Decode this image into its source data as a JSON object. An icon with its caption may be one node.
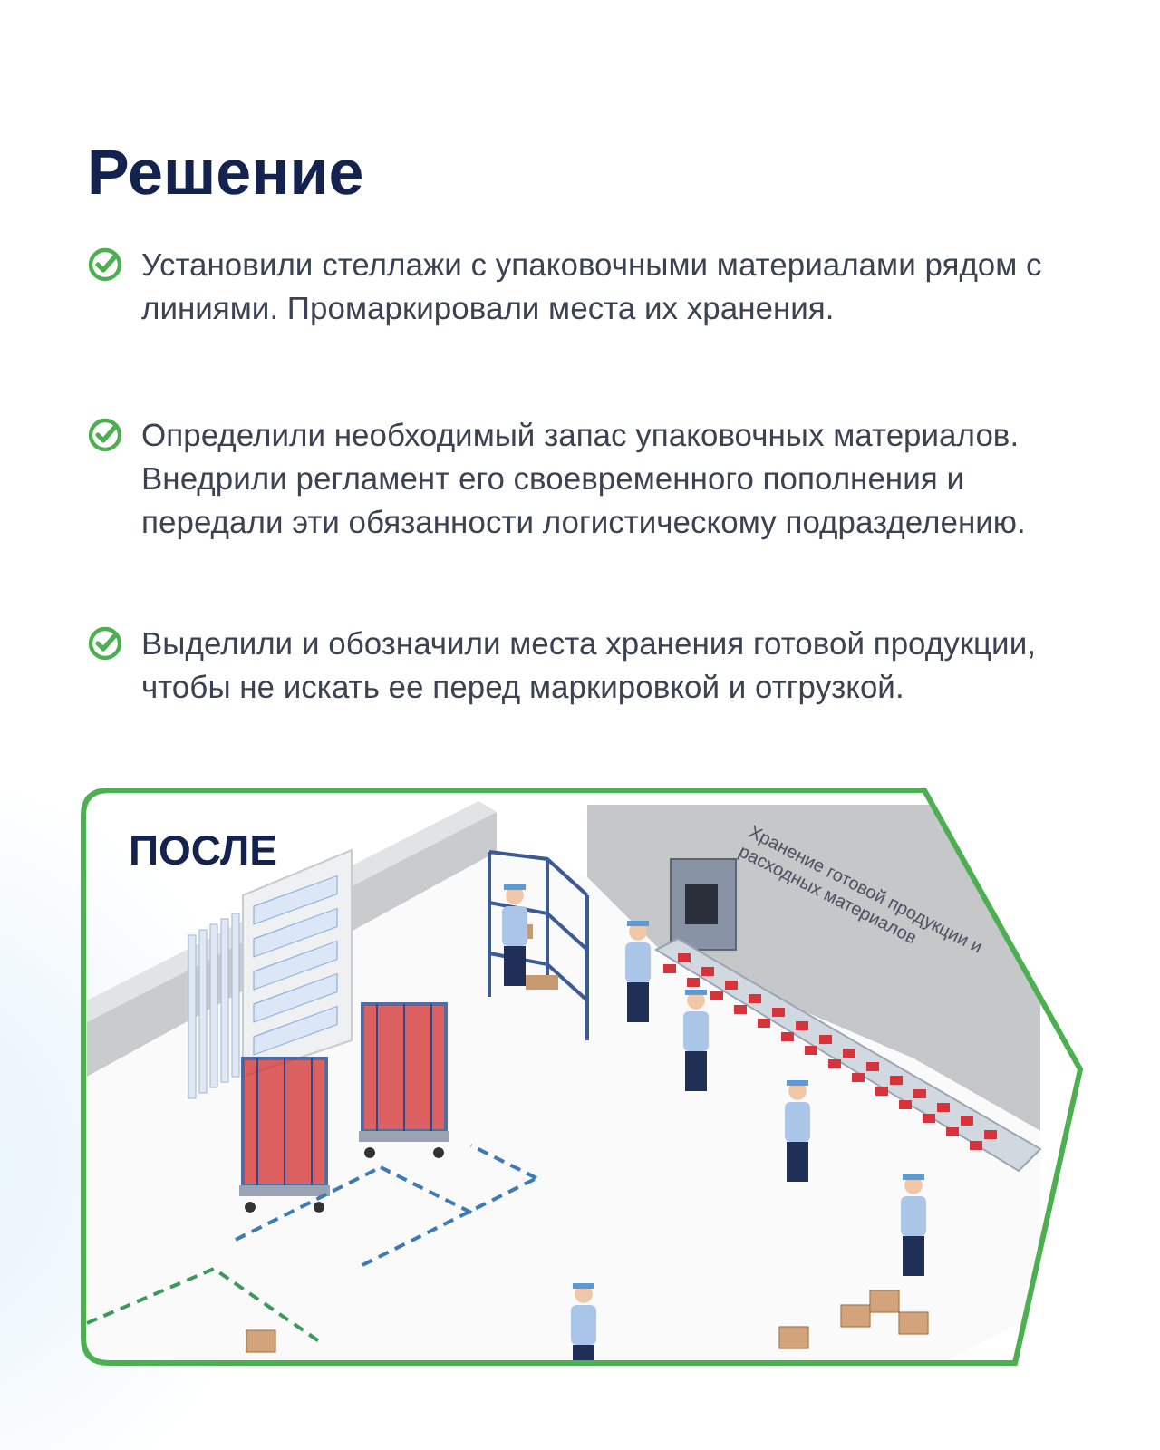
{
  "diagram": {
    "title": "Решение",
    "nodes": [
      {
        "text": [
          "ПОСЛЕ",
          "Хранение готовой продукции и расходных материалов"
        ]
      }
    ],
    "labels": [
      "Установили стеллажи с упаковочными материалами рядом с линиями. Промаркировали места их хранения.",
      "Определили необходимый запас упаковочных материалов. Внедрили регламент его своевременного пополнения и передали эти обязанности логистическому подразделению.",
      "Выделили и обозначили места хранения готовой продукции, чтобы не искать ее перед маркировкой и отгрузкой."
    ]
  }
}
